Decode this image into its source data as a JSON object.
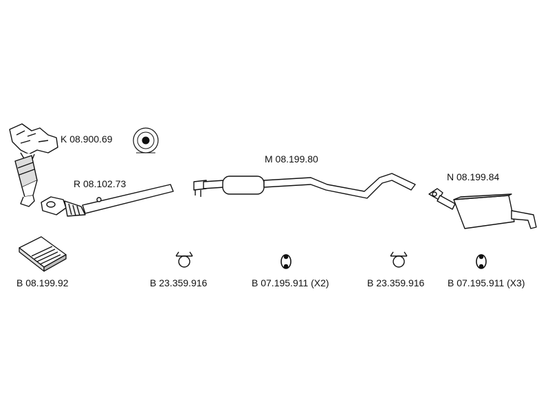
{
  "parts": {
    "catalytic_converter": "K 08.900.69",
    "front_pipe": "R 08.102.73",
    "middle_silencer": "M 08.199.80",
    "rear_silencer": "N 08.199.84"
  },
  "accessories": {
    "mounting_kit": "B 08.199.92",
    "clamp_front": "B 23.359.916",
    "rubber_mount_middle": "B 07.195.911 (X2)",
    "clamp_rear": "B 23.359.916",
    "rubber_mount_rear": "B 07.195.911 (X3)"
  },
  "icons": [
    "catalytic-converter-icon",
    "approval-seal-icon",
    "front-pipe-icon",
    "middle-silencer-icon",
    "rear-silencer-icon",
    "mounting-kit-box-icon",
    "pipe-clamp-icon",
    "rubber-hanger-icon"
  ],
  "colors": {
    "line": "#111111",
    "background": "#ffffff",
    "shading": "#9a9a9a"
  }
}
